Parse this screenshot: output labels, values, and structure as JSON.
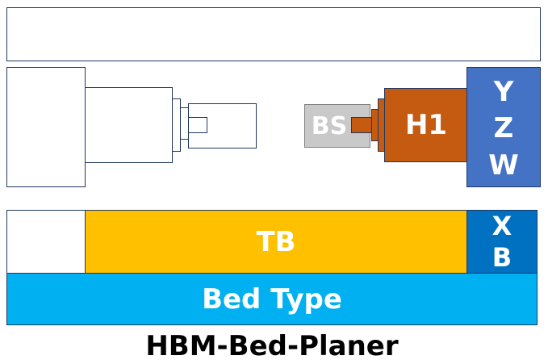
{
  "diagram": {
    "title": "HBM-Bed-Planer",
    "blocks": {
      "bs": "BS",
      "h1": "H1",
      "yzw": [
        "Y",
        "Z",
        "W"
      ],
      "tb": "TB",
      "xb": [
        "X",
        "B"
      ],
      "bed": "Bed Type"
    }
  },
  "colors": {
    "outline": "#1f3864",
    "bs": "#c9c9c9",
    "bs_spindle": "#c55a11",
    "h1": "#c55a11",
    "yzw": "#4472c4",
    "tb": "#ffc000",
    "xb": "#0070c0",
    "bed": "#00b0f0"
  }
}
